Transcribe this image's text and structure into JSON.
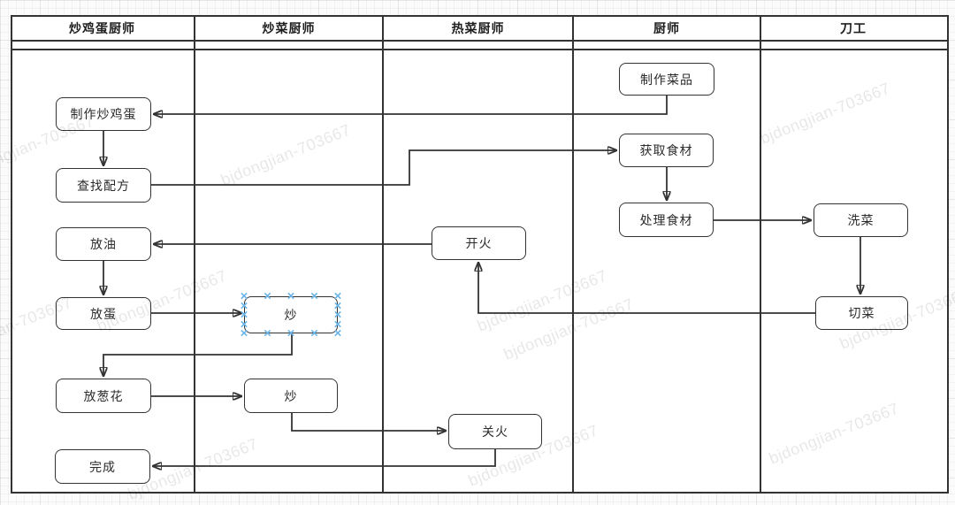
{
  "watermark": {
    "text": "bjdongjian-703667"
  },
  "lanes": [
    {
      "label": "炒鸡蛋厨师"
    },
    {
      "label": "炒菜厨师"
    },
    {
      "label": "热菜厨师"
    },
    {
      "label": "厨师"
    },
    {
      "label": "刀工"
    }
  ],
  "nodes": {
    "make_eggs": {
      "label": "制作炒鸡蛋"
    },
    "find_recipe": {
      "label": "查找配方"
    },
    "add_oil": {
      "label": "放油"
    },
    "add_egg": {
      "label": "放蛋"
    },
    "add_scallion": {
      "label": "放葱花"
    },
    "done": {
      "label": "完成"
    },
    "stir1": {
      "label": "炒"
    },
    "stir2": {
      "label": "炒"
    },
    "fire_on": {
      "label": "开火"
    },
    "fire_off": {
      "label": "关火"
    },
    "make_dish": {
      "label": "制作菜品"
    },
    "get_ingredients": {
      "label": "获取食材"
    },
    "process_ingredients": {
      "label": "处理食材"
    },
    "wash": {
      "label": "洗菜"
    },
    "cut": {
      "label": "切菜"
    }
  },
  "colors": {
    "line": "#333333",
    "selection_accent": "#6ab4e8"
  }
}
